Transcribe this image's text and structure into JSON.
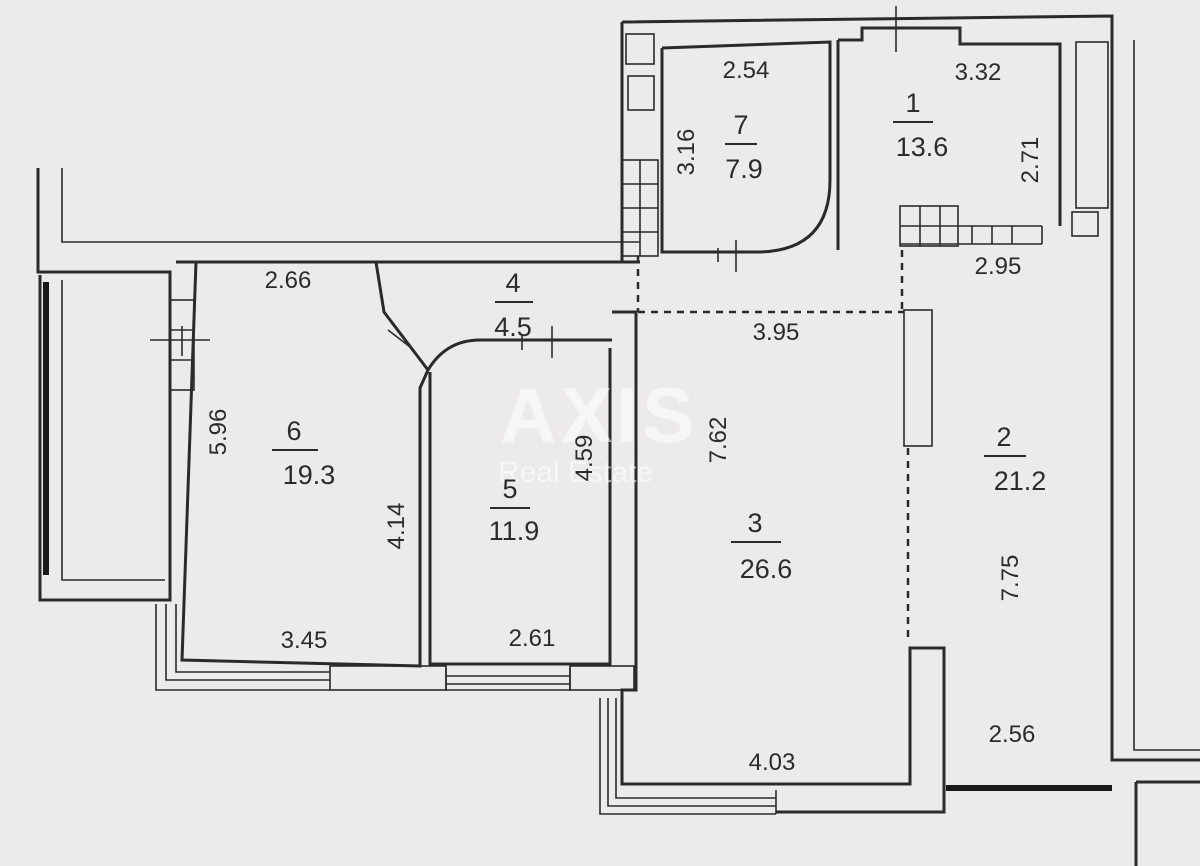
{
  "watermark": {
    "brand": "AXIS",
    "sub": "Real Estate"
  },
  "rooms": [
    {
      "number": "1",
      "area": "13.6"
    },
    {
      "number": "2",
      "area": "21.2"
    },
    {
      "number": "3",
      "area": "26.6"
    },
    {
      "number": "4",
      "area": "4.5"
    },
    {
      "number": "5",
      "area": "11.9"
    },
    {
      "number": "6",
      "area": "19.3"
    },
    {
      "number": "7",
      "area": "7.9"
    }
  ],
  "dimensions": {
    "r7_top": "2.54",
    "r7_side": "3.16",
    "r1_top": "3.32",
    "r1_side": "2.71",
    "r2_top": "2.95",
    "r3_top": "3.95",
    "r6_top": "2.66",
    "r6_side": "5.96",
    "r6_inner": "4.14",
    "r5_side": "4.59",
    "r3_side": "7.62",
    "r2_side": "7.75",
    "r6_bottom": "3.45",
    "r5_bottom": "2.61",
    "r3_bottom": "4.03",
    "r2_bottom": "2.56"
  }
}
